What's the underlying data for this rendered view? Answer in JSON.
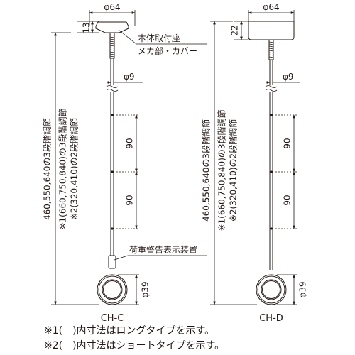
{
  "left_model": {
    "name": "CH-C",
    "top_diameter": "φ64",
    "mount_height": "13",
    "callout_mount": "本体取付座",
    "callout_mount_sub": "メカ部・カバー",
    "pole_diameter": "φ9",
    "step_upper": "90",
    "step_lower": "90",
    "callout_warning": "荷重警告表示装置",
    "ring_diameter": "φ39",
    "note_length": "460,550,640の3段階調節",
    "note_1": "※1(660,750,840)の3段階調節",
    "note_2": "※2(320,410)の2段階調節"
  },
  "right_model": {
    "name": "CH-D",
    "top_diameter": "φ64",
    "mount_height": "22",
    "pole_diameter": "φ9",
    "step_upper": "90",
    "step_lower": "90",
    "ring_diameter": "φ39",
    "note_length": "460,550,640の3段階調節",
    "note_1": "※1(660,750,840)の3段階調節",
    "note_2": "※2(320,410)の2段階調節"
  },
  "footnotes": [
    "※1(　)内寸法はロングタイプを示す。",
    "※2(　)内寸法はショートタイプを示す。"
  ],
  "colors": {
    "line": "#231815",
    "background": "#ffffff"
  }
}
